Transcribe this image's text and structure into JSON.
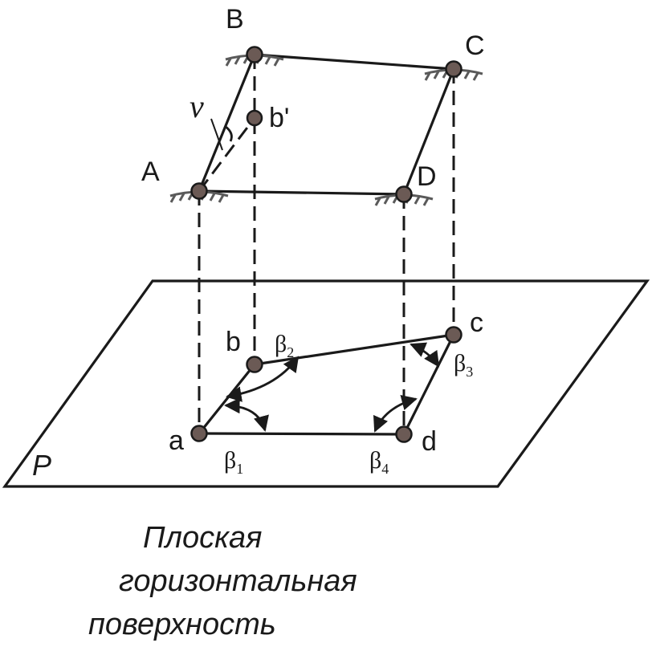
{
  "labels": {
    "A": "A",
    "B": "B",
    "C": "C",
    "D": "D",
    "b_prime": "b'",
    "nu": "ν",
    "a": "a",
    "b": "b",
    "c": "c",
    "d": "d",
    "plane": "P"
  },
  "angles": {
    "beta1": {
      "symbol": "β",
      "sub": "1"
    },
    "beta2": {
      "symbol": "β",
      "sub": "2"
    },
    "beta3": {
      "symbol": "β",
      "sub": "3"
    },
    "beta4": {
      "symbol": "β",
      "sub": "4"
    }
  },
  "caption": {
    "line1": "Плоская",
    "line2": "горизонтальная",
    "line3": "поверхность"
  }
}
